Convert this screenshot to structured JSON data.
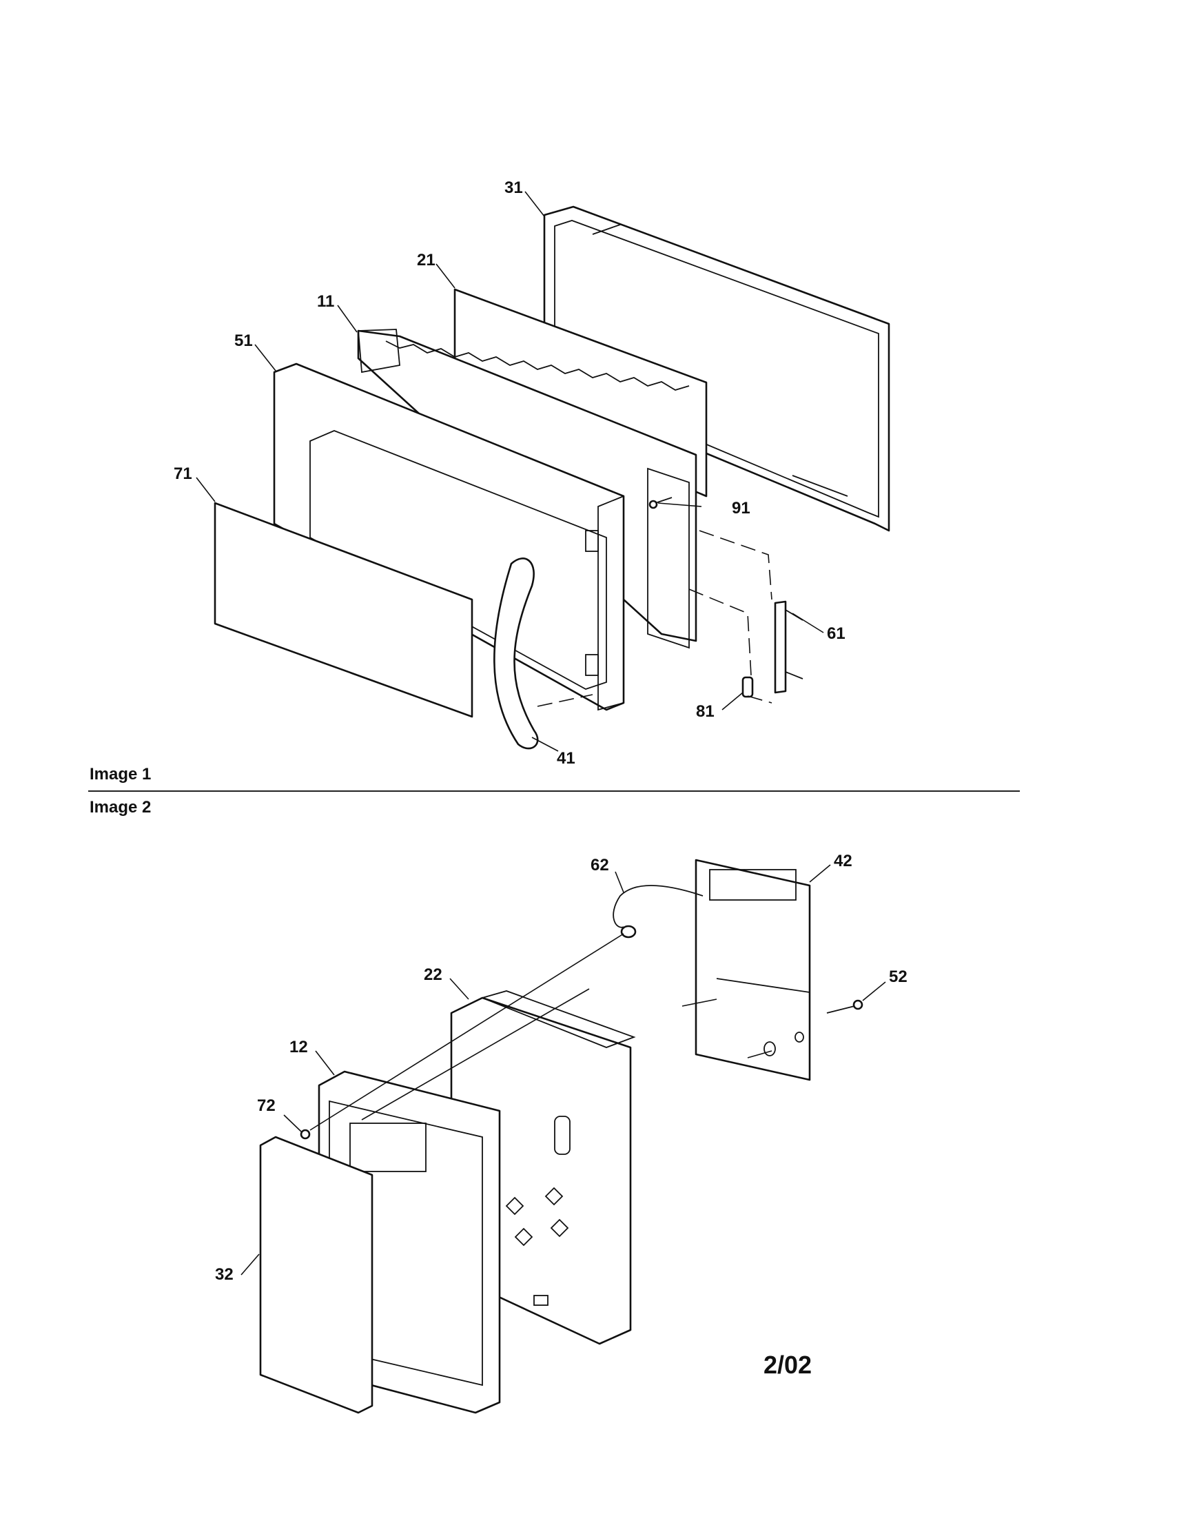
{
  "images": [
    {
      "caption": "Image 1",
      "callouts": [
        "31",
        "21",
        "11",
        "51",
        "71",
        "91",
        "61",
        "81",
        "41"
      ]
    },
    {
      "caption": "Image 2",
      "callouts": [
        "62",
        "42",
        "22",
        "52",
        "12",
        "72",
        "32"
      ]
    }
  ],
  "revision_date": "2/02"
}
